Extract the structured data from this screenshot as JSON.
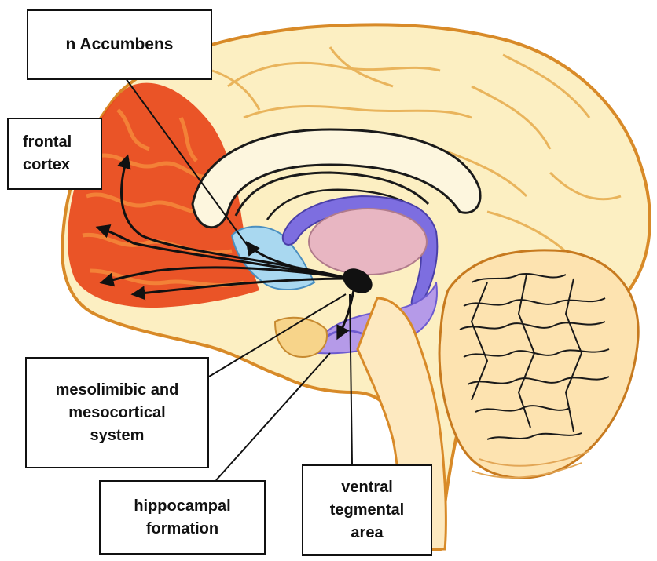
{
  "labels": {
    "nucleus_accumbens": "n  Accumbens",
    "frontal_cortex": "frontal\ncortex",
    "mesolimbic_system": "mesolimibic and\nmesocortical\nsystem",
    "hippocampal_formation": "hippocampal\nformation",
    "ventral_tegmental_area": "ventral\ntegmental\narea"
  },
  "colors": {
    "brain_fill": "#fcefc2",
    "brain_outline": "#d88a28",
    "frontal_cortex": "#e8461a",
    "nucleus_accumbens_region": "#a9d8f0",
    "thalamus": "#e8b6c2",
    "limbic_ring": "#7d6ee0",
    "hippocampus": "#b59ae8",
    "vta": "#111111",
    "cerebellum": "#fde3b0"
  }
}
